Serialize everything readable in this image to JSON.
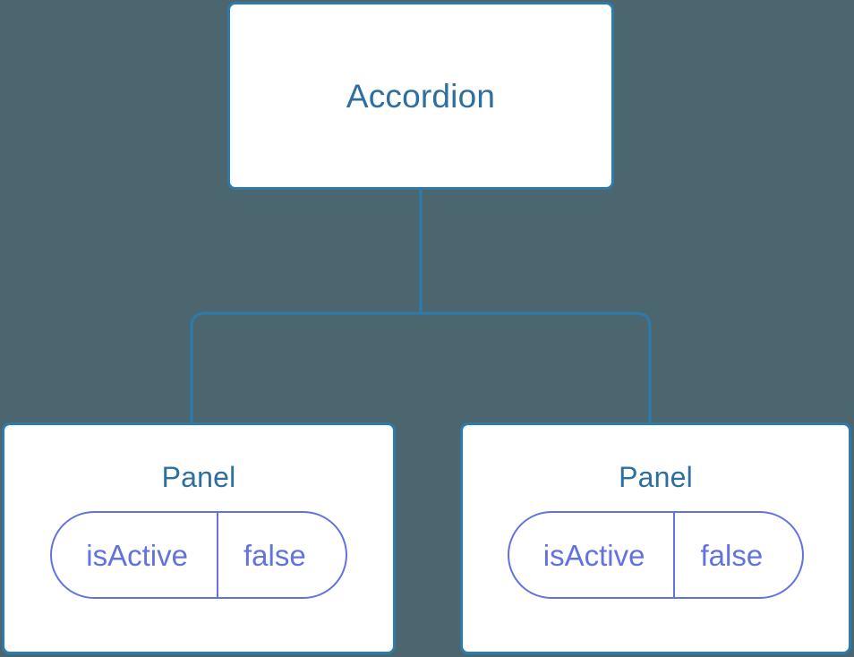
{
  "diagram": {
    "type": "component-tree",
    "background_color": "#4c6670",
    "node_border_color": "#2d7aad",
    "node_title_color": "#2d6f9e",
    "state_accent_color": "#6272e0",
    "connector_color": "#2d7aad"
  },
  "root": {
    "title": "Accordion"
  },
  "children": [
    {
      "title": "Panel",
      "state": {
        "key": "isActive",
        "value": "false"
      }
    },
    {
      "title": "Panel",
      "state": {
        "key": "isActive",
        "value": "false"
      }
    }
  ]
}
